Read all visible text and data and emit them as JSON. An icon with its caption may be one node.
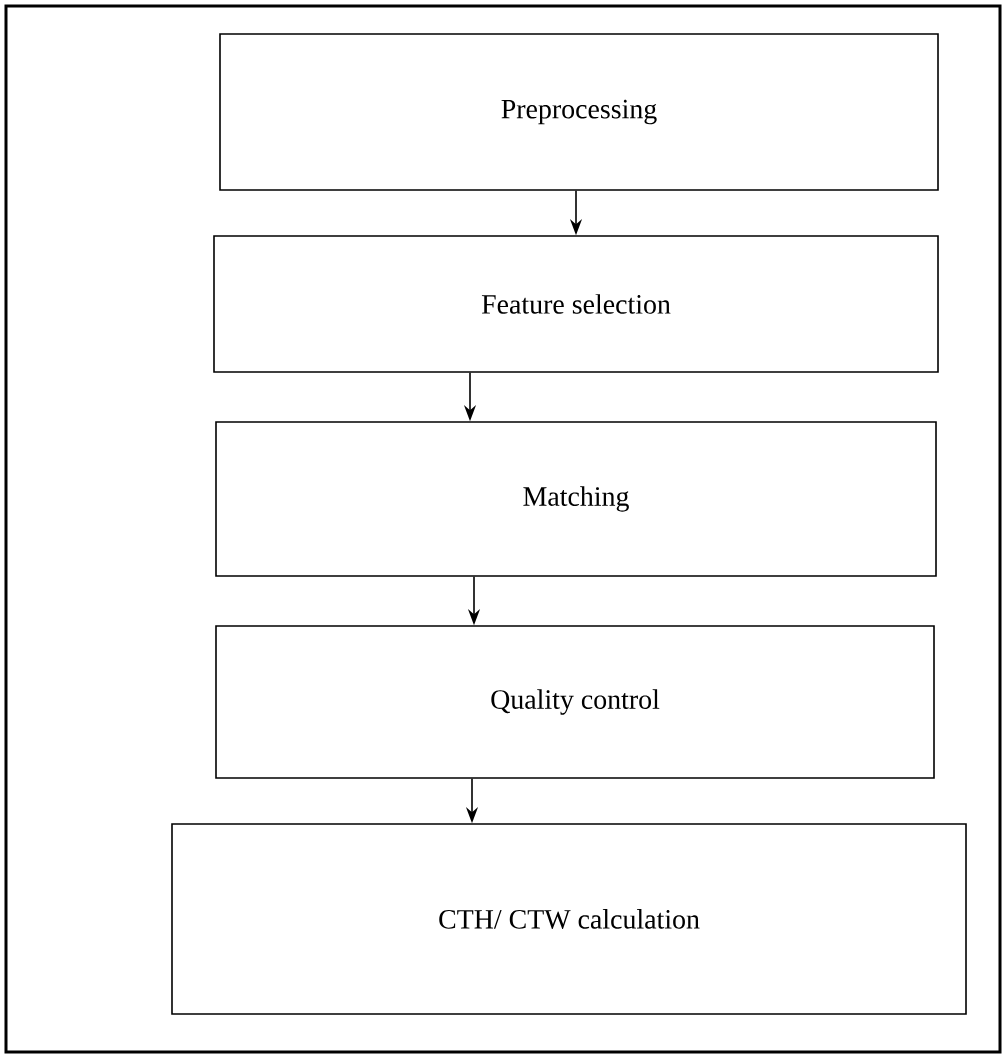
{
  "diagram": {
    "nodes": [
      {
        "text": [
          "Preprocessing"
        ]
      },
      {
        "text": [
          "Feature selection"
        ]
      },
      {
        "text": [
          "Matching"
        ]
      },
      {
        "text": [
          "Quality control"
        ]
      },
      {
        "text": [
          "CTH/ CTW calculation"
        ]
      }
    ],
    "edges": [
      {
        "from": 0,
        "to": 1,
        "arrow": "to"
      },
      {
        "from": 1,
        "to": 2,
        "arrow": "to"
      },
      {
        "from": 2,
        "to": 3,
        "arrow": "to"
      },
      {
        "from": 3,
        "to": 4,
        "arrow": "to"
      }
    ]
  }
}
